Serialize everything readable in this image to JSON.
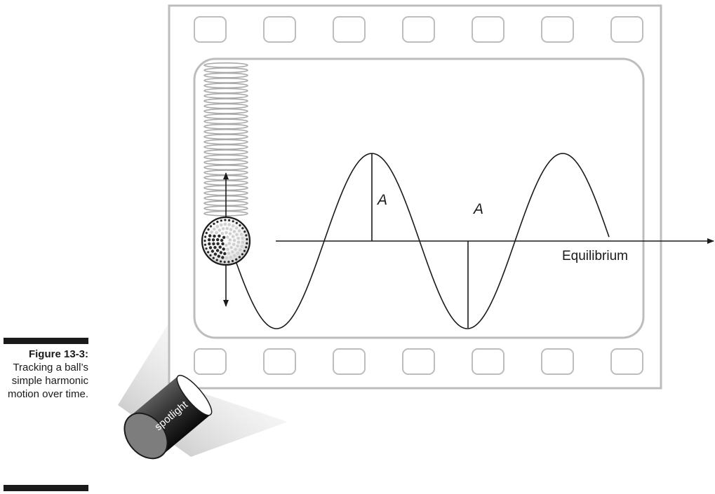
{
  "figure": {
    "number": "Figure 13-3:",
    "caption": "Tracking a ball’s simple harmonic motion over time."
  },
  "diagram": {
    "amplitude_label": "A",
    "equilibrium_label": "Equilibrium",
    "spotlight_label": "spotlight"
  }
}
